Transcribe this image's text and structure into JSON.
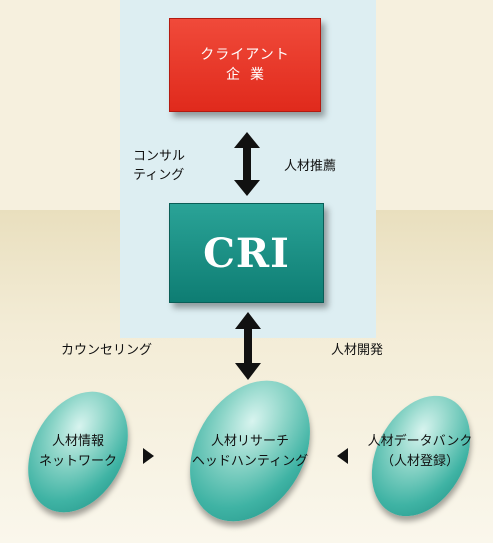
{
  "client": {
    "line1": "クライアント",
    "line2": "企業"
  },
  "cri": {
    "label": "CRI"
  },
  "edges": {
    "consulting": {
      "line1": "コンサル",
      "line2": "ティング"
    },
    "recommendation": "人材推薦",
    "counseling": "カウンセリング",
    "development": "人材開発"
  },
  "nodes": {
    "network": {
      "line1": "人材情報",
      "line2": "ネットワーク"
    },
    "research": {
      "line1": "人材リサーチ",
      "line2": "ヘッドハンティング"
    },
    "databank": {
      "line1": "人材データバンク",
      "line2": "（人材登録）"
    }
  },
  "colors": {
    "client_box": "#e02a1c",
    "cri_box": "#0e7d73",
    "ellipse": "#3fb3a4",
    "blue_band": "#ddeef2",
    "beige_band": "#e9dfbe"
  }
}
